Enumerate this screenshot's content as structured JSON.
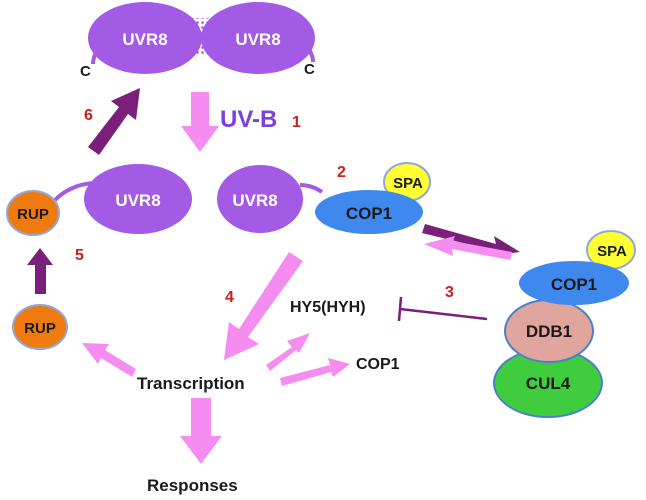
{
  "colors": {
    "uvr8": "#a35be6",
    "cop1": "#3f88ee",
    "spa": "#ffff33",
    "ddb1": "#e0a59d",
    "cul4": "#3fcd3f",
    "rup": "#ef7b10",
    "pink_arrow": "#f58cf0",
    "dark_arrow": "#7a1f7a",
    "uvb_text": "#7b3fe4",
    "step_number": "#cc1f1f"
  },
  "dimer": {
    "left": "UVR8",
    "right": "UVR8",
    "c_left": "C",
    "c_right": "C"
  },
  "uvb_label": "UV-B",
  "steps": {
    "s1": "1",
    "s2": "2",
    "s3": "3",
    "s4": "4",
    "s5": "5",
    "s6": "6"
  },
  "monomer_rup": {
    "uvr8": "UVR8",
    "rup": "RUP"
  },
  "monomer_cop1": {
    "uvr8": "UVR8",
    "cop1": "COP1",
    "spa": "SPA"
  },
  "complex": {
    "spa": "SPA",
    "cop1": "COP1",
    "ddb1": "DDB1",
    "cul4": "CUL4"
  },
  "rup_bottom": "RUP",
  "hy5": "HY5(HYH)",
  "cop1_product": "COP1",
  "transcription": "Transcription",
  "responses": "Responses"
}
